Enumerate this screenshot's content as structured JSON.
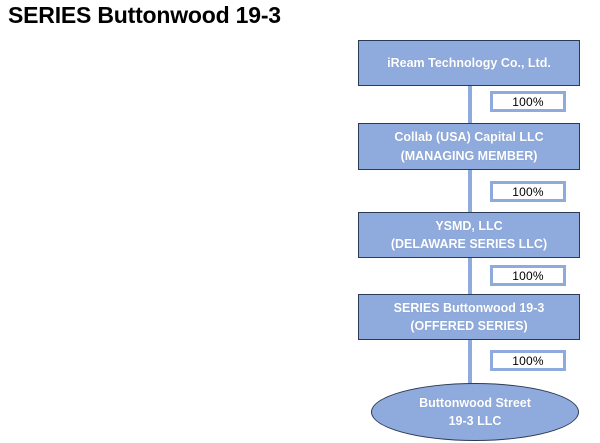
{
  "page_title": "SERIES Buttonwood 19-3",
  "colors": {
    "node_fill": "#8FAADC",
    "node_border": "#2B3A55",
    "node_text": "#FFFFFF",
    "connector": "#8FAADC",
    "label_border": "#8FAADC",
    "label_fill": "#FFFFFF",
    "label_text": "#000000",
    "background": "#FFFFFF",
    "title_text": "#000000"
  },
  "chart_data": {
    "type": "diagram",
    "subtype": "organizational-ownership-chart",
    "title": "SERIES Buttonwood 19-3",
    "orientation": "vertical-top-down",
    "nodes": [
      {
        "id": "node-1",
        "shape": "rectangle",
        "lines": [
          "iReam Technology Co., Ltd."
        ],
        "line1": "iReam Technology Co., Ltd.",
        "line2": ""
      },
      {
        "id": "node-2",
        "shape": "rectangle",
        "lines": [
          "Collab (USA) Capital LLC",
          "(MANAGING MEMBER)"
        ],
        "line1": "Collab (USA) Capital LLC",
        "line2": "(MANAGING MEMBER)"
      },
      {
        "id": "node-3",
        "shape": "rectangle",
        "lines": [
          "YSMD, LLC",
          "(DELAWARE SERIES LLC)"
        ],
        "line1": "YSMD, LLC",
        "line2": "(DELAWARE SERIES LLC)"
      },
      {
        "id": "node-4",
        "shape": "rectangle",
        "lines": [
          "SERIES Buttonwood 19-3",
          "(OFFERED SERIES)"
        ],
        "line1": "SERIES Buttonwood 19-3",
        "line2": "(OFFERED SERIES)"
      },
      {
        "id": "node-5",
        "shape": "ellipse",
        "lines": [
          "Buttonwood Street",
          "19-3 LLC"
        ],
        "line1": "Buttonwood Street",
        "line2": "19-3 LLC"
      }
    ],
    "edges": [
      {
        "id": "edge-1",
        "from": "node-1",
        "to": "node-2",
        "label": "100%"
      },
      {
        "id": "edge-2",
        "from": "node-2",
        "to": "node-3",
        "label": "100%"
      },
      {
        "id": "edge-3",
        "from": "node-3",
        "to": "node-4",
        "label": "100%"
      },
      {
        "id": "edge-4",
        "from": "node-4",
        "to": "node-5",
        "label": "100%"
      }
    ]
  }
}
